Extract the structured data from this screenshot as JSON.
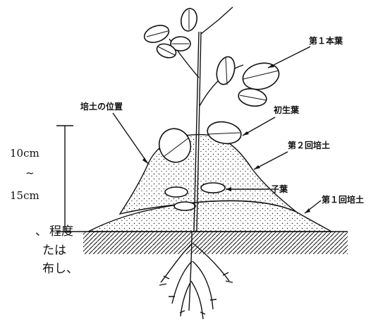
{
  "labels": {
    "first_true_leaf": "第１本葉",
    "primary_leaf": "初生葉",
    "ridge_position": "培土の位置",
    "second_hilling": "第２回培土",
    "cotyledon": "子葉",
    "first_hilling": "第１回培土"
  },
  "height_dimension": {
    "upper": "10cm",
    "tilde": "~",
    "lower": "15cm"
  },
  "background_text": {
    "line1": "程度",
    "line2": "たは",
    "line3": "布し、"
  }
}
